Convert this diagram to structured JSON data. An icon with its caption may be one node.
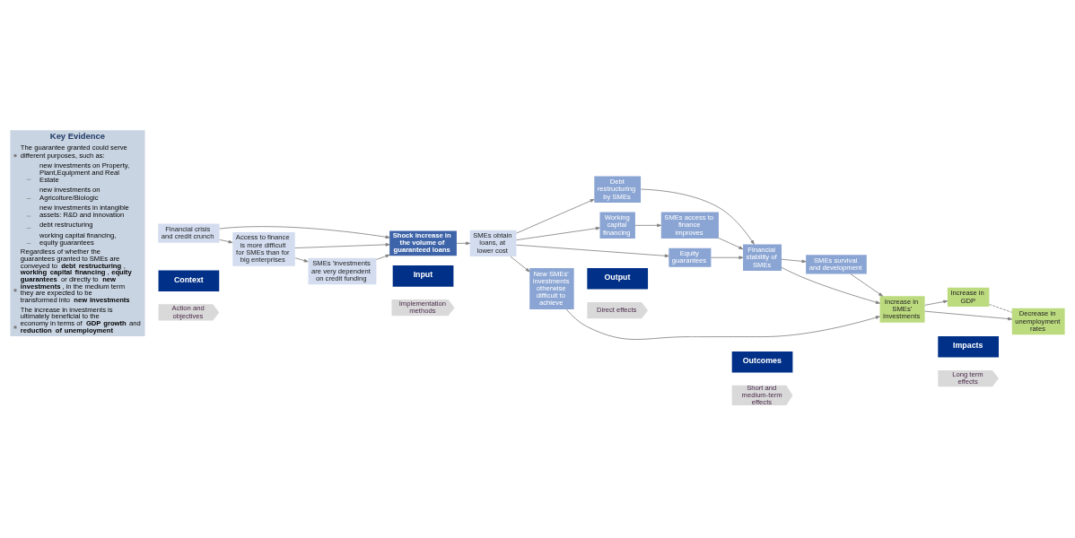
{
  "diagram": {
    "nodes": [
      {
        "text": [
          "Key Evidence",
          "The guarantee granted could serve different purposes, such as:",
          "new investments on Property, Plant,Equipment and Real Estate",
          "new investments on Agricolture/Biologic",
          "new investments in intangible assets: R&D and innovation",
          "debt restructuring",
          "working capital financing, equity guarantees",
          "Regardless of whether the guarantees granted to SMEs are conveyed to **debt restructuring**, **working capital financing**, **equity guarantees** or directly to **new investments**, in the medium term they are expected to be transformed into **new investments**",
          "The increase in investments is ultimately beneficial to the economy in terms of **GDP growth** and **reduction of unemployment**"
        ]
      },
      {
        "text": [
          "Financial crisis and credit crunch"
        ]
      },
      {
        "text": [
          "Access to finance is more difficult for SMEs than for big enterprises"
        ]
      },
      {
        "text": [
          "SMEs 'investments are very dependent on credit funding"
        ]
      },
      {
        "text": [
          "Shock increase in the volume of guaranteed loans"
        ]
      },
      {
        "text": [
          "SMEs obtain loans, at lower cost"
        ]
      },
      {
        "text": [
          "Debt restructuring by SMEs"
        ]
      },
      {
        "text": [
          "Working capital financing"
        ]
      },
      {
        "text": [
          "Equity guarantees"
        ]
      },
      {
        "text": [
          "New SMEs' investments otherwise difficult to achieve"
        ]
      },
      {
        "text": [
          "SMEs access to finance improves"
        ]
      },
      {
        "text": [
          "Financial stability of SMEs"
        ]
      },
      {
        "text": [
          "SMEs survival and development"
        ]
      },
      {
        "text": [
          "Increase in SMEs' Investments"
        ]
      },
      {
        "text": [
          "Increase in GDP"
        ]
      },
      {
        "text": [
          "Decrease in unemployment rates"
        ]
      },
      {
        "text": [
          "Context"
        ]
      },
      {
        "text": [
          "Input"
        ]
      },
      {
        "text": [
          "Output"
        ]
      },
      {
        "text": [
          "Outcomes"
        ]
      },
      {
        "text": [
          "Impacts"
        ]
      },
      {
        "text": [
          "Action and objectives"
        ]
      },
      {
        "text": [
          "Implementation methods"
        ]
      },
      {
        "text": [
          "Direct effects"
        ]
      },
      {
        "text": [
          "Short and medium-term effects"
        ]
      },
      {
        "text": [
          "Long term effects"
        ]
      }
    ],
    "edges": [
      {
        "from": 1,
        "to": 2,
        "arrow": "to"
      },
      {
        "from": 1,
        "to": 4,
        "arrow": "to"
      },
      {
        "from": 2,
        "to": 3,
        "arrow": "to"
      },
      {
        "from": 2,
        "to": 4,
        "arrow": "to"
      },
      {
        "from": 3,
        "to": 4,
        "arrow": "to"
      },
      {
        "from": 4,
        "to": 5,
        "arrow": "to"
      },
      {
        "from": 5,
        "to": 6,
        "arrow": "to"
      },
      {
        "from": 5,
        "to": 7,
        "arrow": "to"
      },
      {
        "from": 5,
        "to": 8,
        "arrow": "to"
      },
      {
        "from": 5,
        "to": 9,
        "arrow": "to"
      },
      {
        "from": 6,
        "to": 11,
        "arrow": "to"
      },
      {
        "from": 7,
        "to": 10,
        "arrow": "to"
      },
      {
        "from": 8,
        "to": 11,
        "arrow": "to"
      },
      {
        "from": 10,
        "to": 11,
        "arrow": "to"
      },
      {
        "from": 11,
        "to": 12,
        "arrow": "to"
      },
      {
        "from": 11,
        "to": 13,
        "arrow": "to"
      },
      {
        "from": 9,
        "to": 13,
        "arrow": "to"
      },
      {
        "from": 12,
        "to": 13,
        "arrow": "to"
      },
      {
        "from": 13,
        "to": 14,
        "arrow": "to"
      },
      {
        "from": 13,
        "to": 15,
        "arrow": "to"
      },
      {
        "from": 14,
        "to": 15,
        "arrow": "none",
        "style": "dashed"
      }
    ]
  }
}
